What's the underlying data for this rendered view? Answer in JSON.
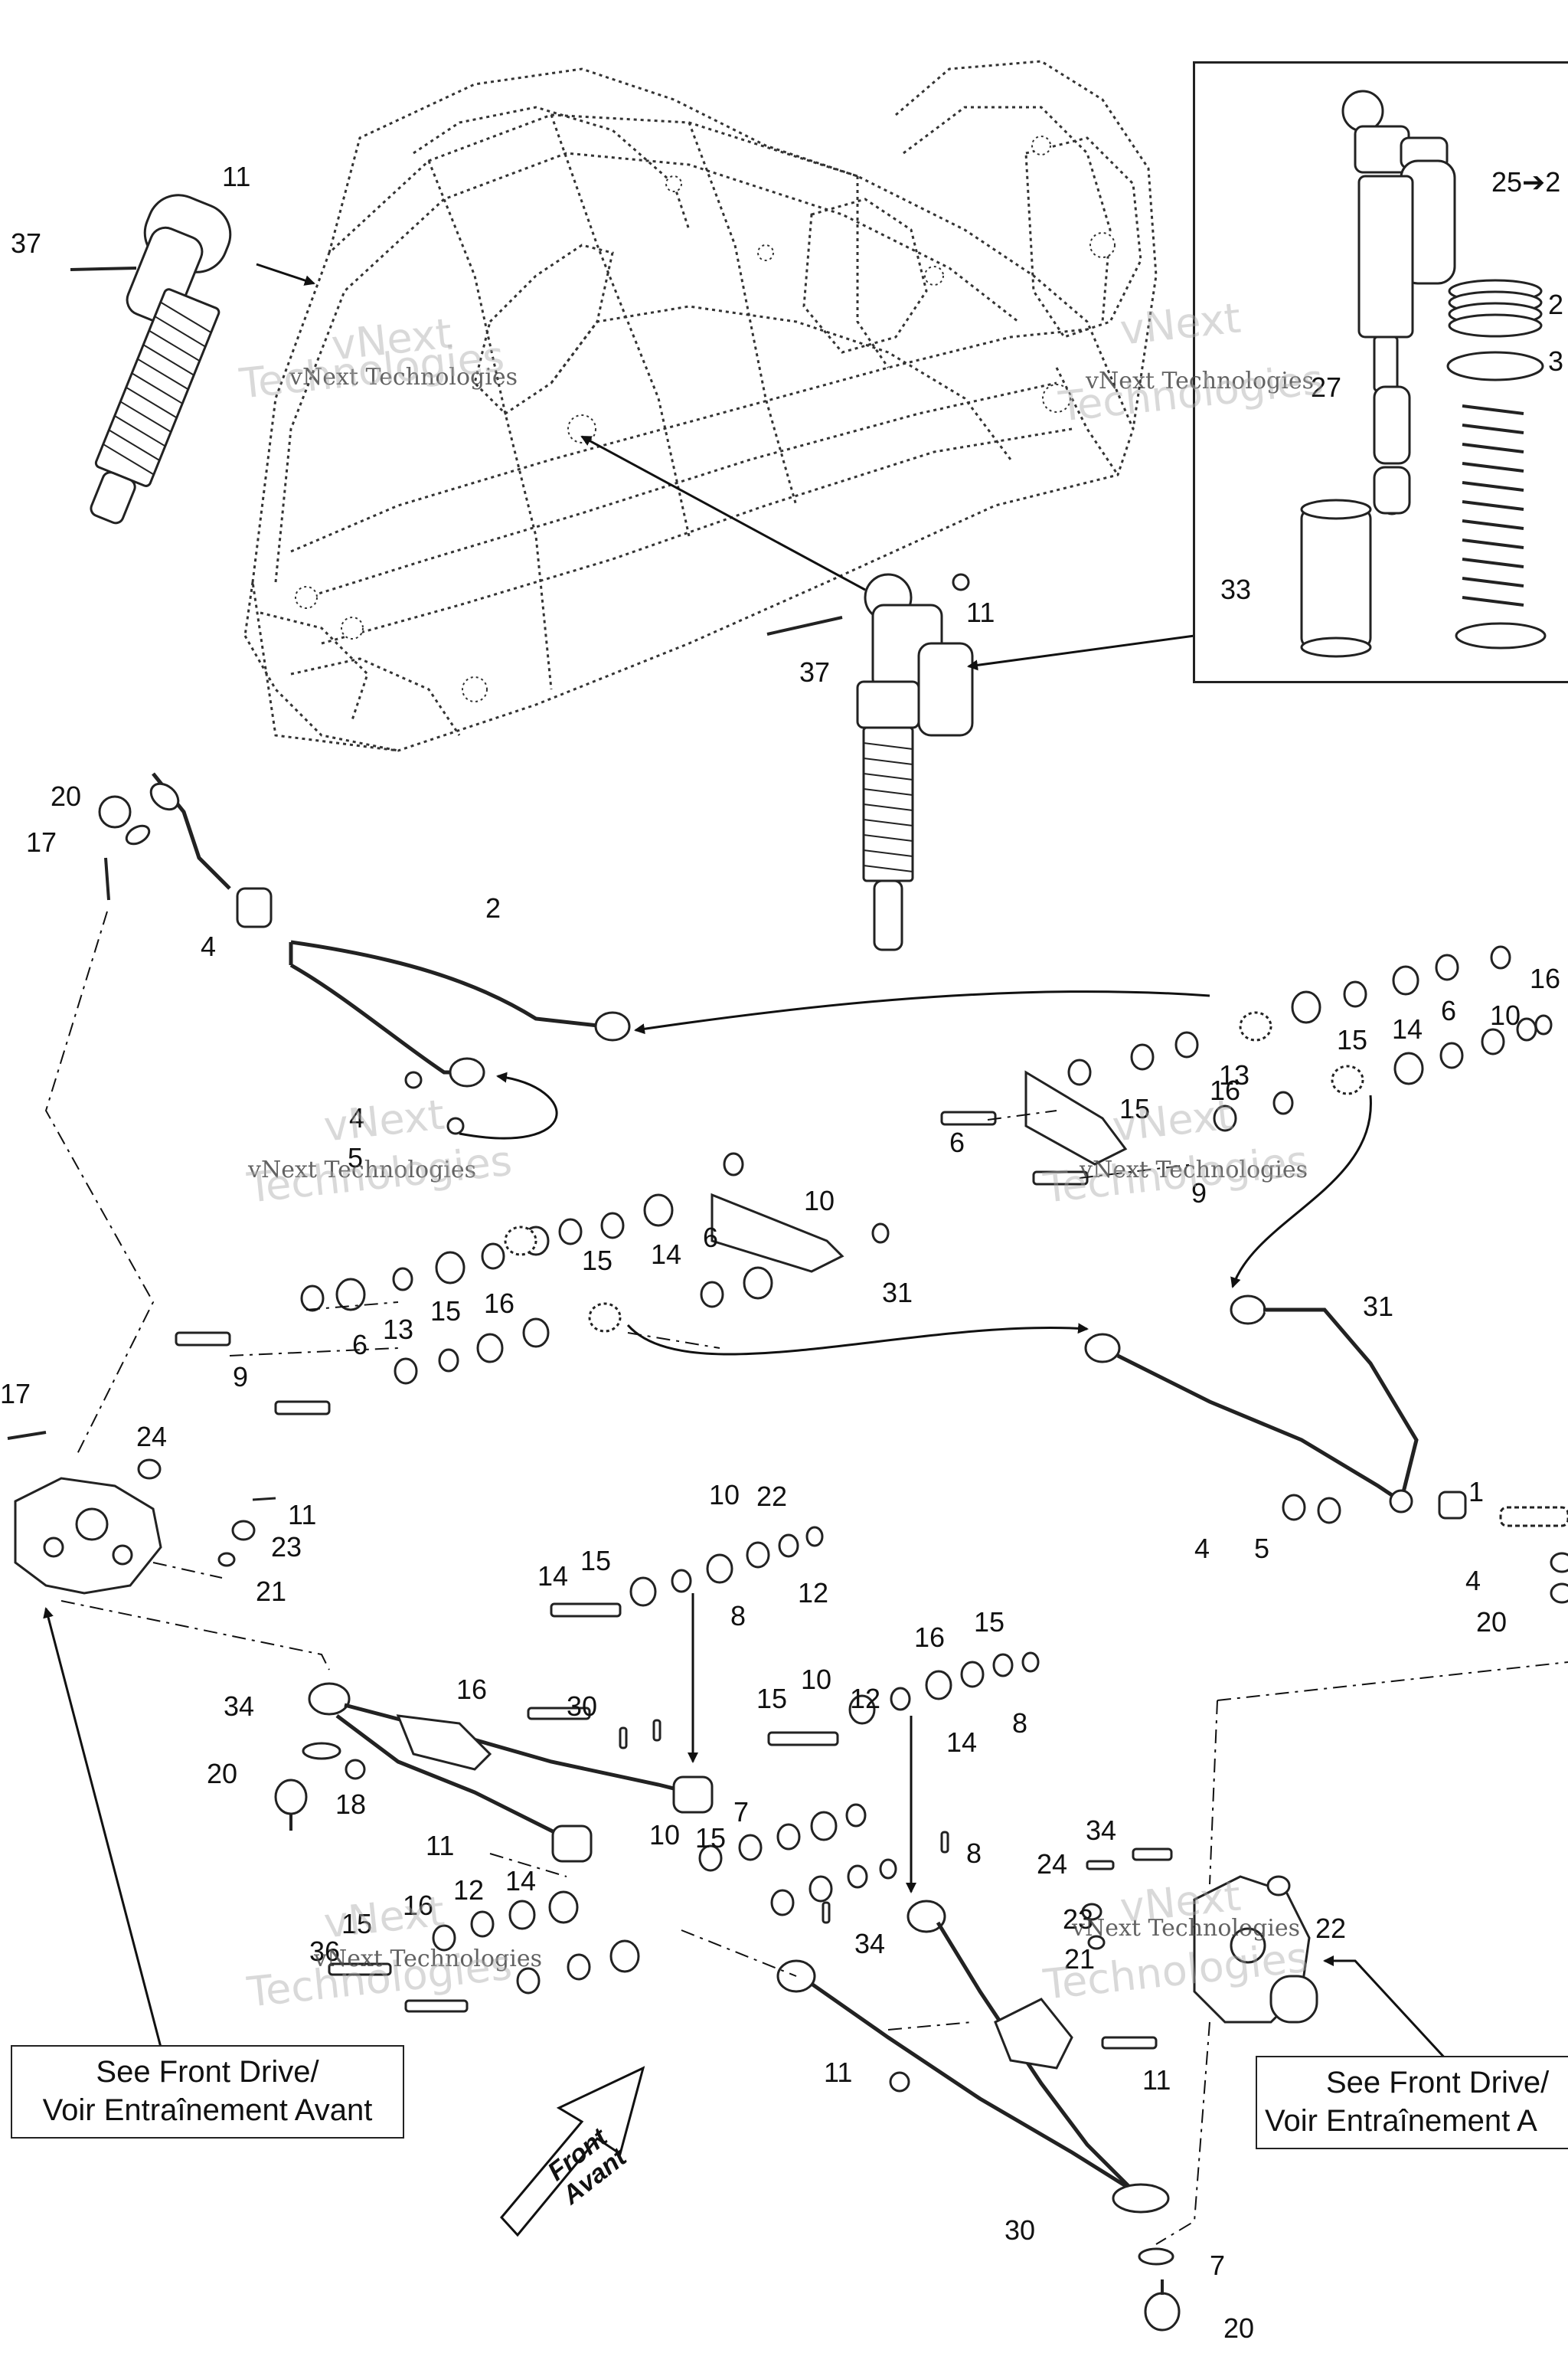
{
  "diagram": {
    "front_arrow": {
      "line1": "Front",
      "line2": "Avant"
    },
    "see_front_drive_left": {
      "line1": "See Front Drive/",
      "line2": "Voir Entraînement Avant"
    },
    "see_front_drive_right": {
      "line1": "See Front Drive/",
      "line2": "Voir Entraînement A"
    },
    "watermark": {
      "brand": "vNext Technologies",
      "big1": "vNext",
      "big2": "Technologies"
    },
    "callouts": [
      "11",
      "37",
      "11",
      "37",
      "25➔2",
      "2",
      "3",
      "27",
      "33",
      "20",
      "17",
      "4",
      "2",
      "4",
      "5",
      "10",
      "14",
      "15",
      "6",
      "31",
      "16",
      "15",
      "13",
      "6",
      "9",
      "16",
      "10",
      "6",
      "14",
      "15",
      "16",
      "13",
      "15",
      "6",
      "9",
      "31",
      "1",
      "4",
      "5",
      "4",
      "20",
      "17",
      "24",
      "11",
      "23",
      "21",
      "22",
      "10",
      "15",
      "12",
      "14",
      "8",
      "16",
      "15",
      "10",
      "12",
      "15",
      "8",
      "14",
      "16",
      "30",
      "34",
      "20",
      "18",
      "11",
      "7",
      "10",
      "15",
      "14",
      "16",
      "12",
      "15",
      "36",
      "8",
      "34",
      "34",
      "24",
      "23",
      "21",
      "22",
      "11",
      "11",
      "30",
      "7",
      "20",
      "18"
    ]
  }
}
